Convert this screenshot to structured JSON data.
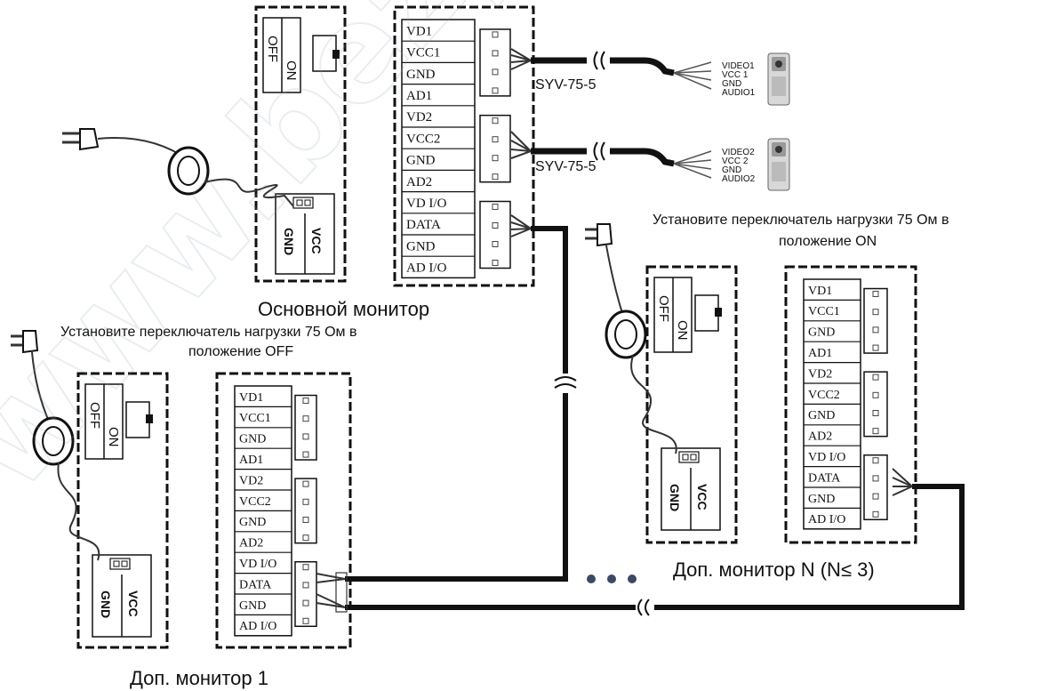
{
  "labels": {
    "main_monitor": "Основной монитор",
    "monitor1": "Доп. монитор 1",
    "monitorN": "Доп. монитор N (N≤ 3)",
    "note_off_line1": "Установите переключатель нагрузки 75 Ом в",
    "note_off_line2": "положение OFF",
    "note_on_line1": "Установите переключатель нагрузки 75 Ом в",
    "note_on_line2": "положение ON",
    "cable1": "SYV-75-5",
    "cable2": "SYV-75-5"
  },
  "switch": {
    "off": "OFF",
    "on": "ON"
  },
  "power": {
    "gnd": "GND",
    "vcc": "VCC"
  },
  "terminals": [
    "VD1",
    "VCC1",
    "GND",
    "AD1",
    "VD2",
    "VCC2",
    "GND",
    "AD2",
    "VD I/O",
    "DATA",
    "GND",
    "AD I/O"
  ],
  "camera1": [
    "VIDEO1",
    "VCC 1",
    "GND",
    "AUDIO1"
  ],
  "camera2": [
    "VIDEO2",
    "VCC 2",
    "GND",
    "AUDIO2"
  ],
  "watermark": "www.bezpeka",
  "colors": {
    "line": "#111111",
    "wire": "#333333",
    "wm": "#8aa0b8"
  }
}
